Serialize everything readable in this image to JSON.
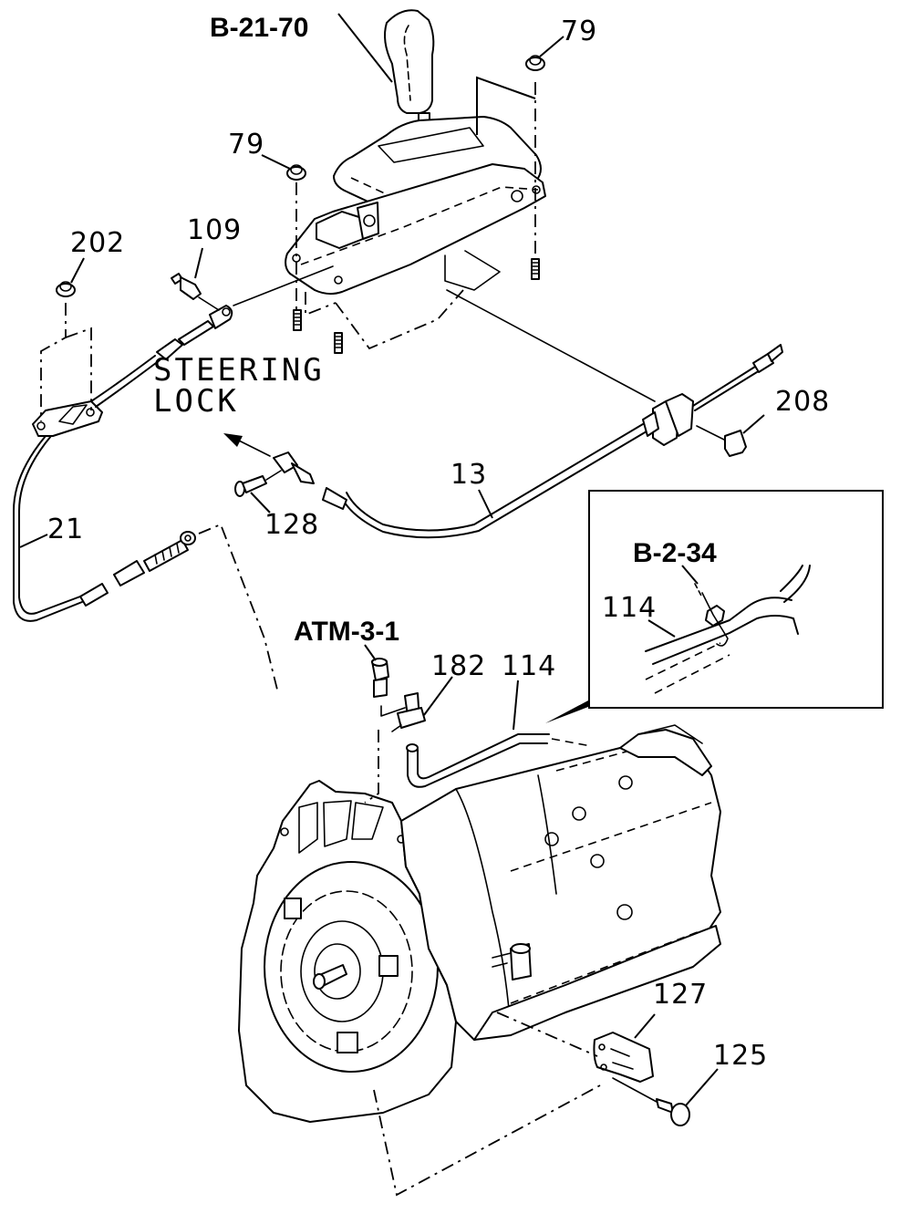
{
  "diagram": {
    "title": "Automatic transmission shift control and cables",
    "reference_links": [
      {
        "id": "ref-b-21-70",
        "label": "B-21-70"
      },
      {
        "id": "ref-b-2-34",
        "label": "B-2-34"
      },
      {
        "id": "ref-atm-3-1",
        "label": "ATM-3-1"
      }
    ],
    "part_numbers": {
      "p79a": "79",
      "p79b": "79",
      "p202": "202",
      "p109": "109",
      "p208": "208",
      "p13": "13",
      "p128": "128",
      "p21": "21",
      "p182": "182",
      "p114": "114",
      "p114_inset": "114",
      "p127": "127",
      "p125": "125"
    },
    "annotations": {
      "steering_lock_line1": "STEERING",
      "steering_lock_line2": "LOCK"
    },
    "components": [
      "shift-lever-knob",
      "shift-control-housing",
      "flange-nut",
      "steering-lock-cable",
      "shift-control-cable",
      "transmission-assembly",
      "breather-hose",
      "bracket",
      "bolt",
      "clip",
      "pin"
    ]
  }
}
